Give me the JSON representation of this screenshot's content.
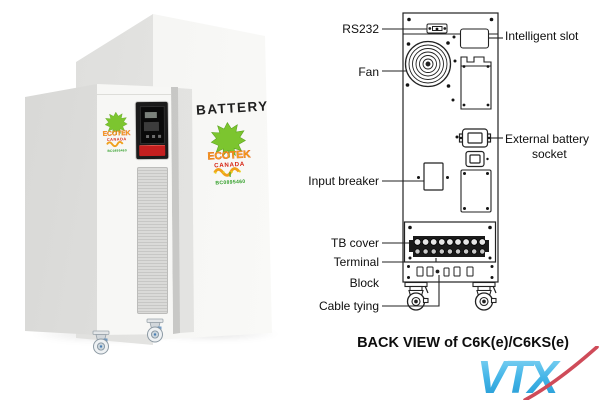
{
  "photo": {
    "battery_label": "BATTERY",
    "logo": {
      "brand": "ECOTEK",
      "country": "CANADA",
      "code": "BC0895460"
    }
  },
  "diagram": {
    "labels": {
      "rs232": "RS232",
      "fan": "Fan",
      "input_breaker": "Input breaker",
      "tb_cover": "TB cover",
      "terminal": "Terminal",
      "block": "Block",
      "cable_tying": "Cable tying",
      "intelligent_slot": "Intelligent slot",
      "external_battery_line1": "External battery",
      "external_battery_line2": "socket"
    },
    "caption": "BACK VIEW of C6K(e)/C6KS(e)"
  },
  "watermark": {
    "text": "VTX"
  },
  "colors": {
    "diagram_line": "#222222",
    "leaf_green": "#7cc52f",
    "ecotek_orange": "#f59a1c",
    "ecotek_outline": "#d03c12",
    "canada_red": "#d62413",
    "code_green": "#2f9e26",
    "button_red": "#c41f1f",
    "vtx_blue": "#45b6e8",
    "vtx_swoosh_red": "#cf4b59"
  }
}
